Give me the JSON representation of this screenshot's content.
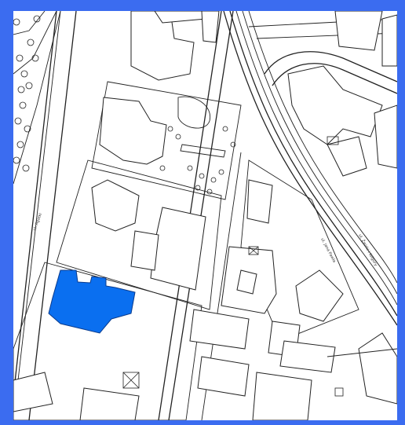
{
  "map": {
    "highlight_color": "#0a6ff0",
    "frame_color": "#3b6cf0",
    "street_labels": [
      {
        "text": "ul. Agatki",
        "rotate": -70
      },
      {
        "text": "ul. Jana Pawła",
        "rotate": 62
      },
      {
        "text": "ul. Żwirki i Wigury",
        "rotate": 62
      }
    ],
    "highlighted_building": {
      "name": "selected-parcel"
    }
  }
}
